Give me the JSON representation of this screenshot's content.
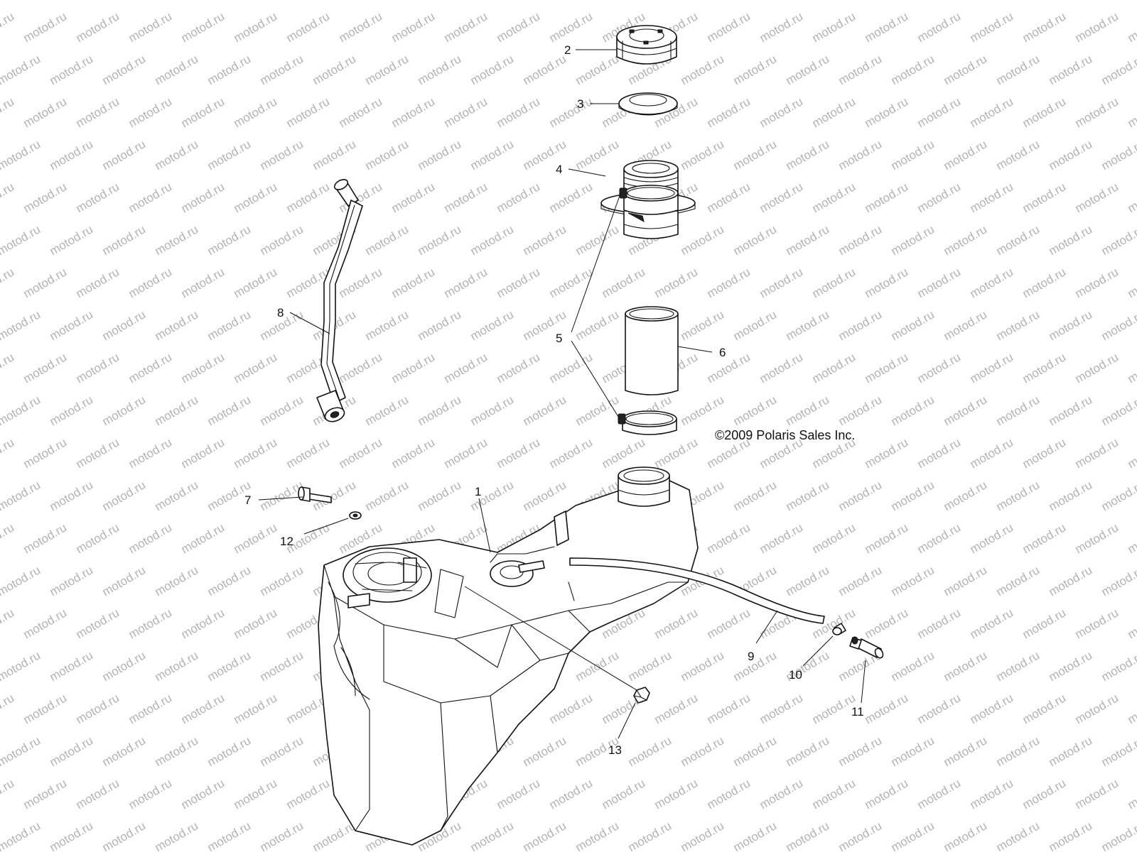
{
  "copyright": "©2009 Polaris Sales Inc.",
  "watermark": "motod.ru",
  "callouts": [
    {
      "id": "1",
      "label": "1"
    },
    {
      "id": "2",
      "label": "2"
    },
    {
      "id": "3",
      "label": "3"
    },
    {
      "id": "4",
      "label": "4"
    },
    {
      "id": "5",
      "label": "5"
    },
    {
      "id": "6",
      "label": "6"
    },
    {
      "id": "7",
      "label": "7"
    },
    {
      "id": "8",
      "label": "8"
    },
    {
      "id": "9",
      "label": "9"
    },
    {
      "id": "10",
      "label": "10"
    },
    {
      "id": "11",
      "label": "11"
    },
    {
      "id": "12",
      "label": "12"
    },
    {
      "id": "13",
      "label": "13"
    }
  ]
}
